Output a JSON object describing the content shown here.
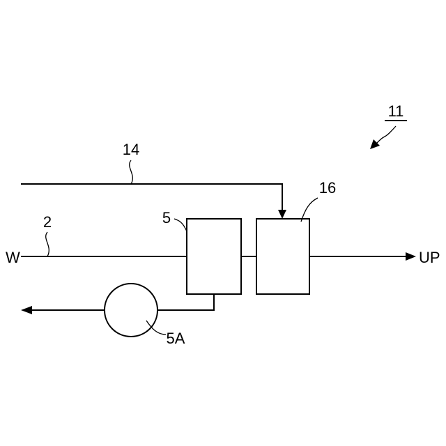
{
  "labels": {
    "figure_ref": "11",
    "line_14": "14",
    "unit_16": "16",
    "line_2": "2",
    "unit_5": "5",
    "inlet_w": "W",
    "outlet_up": "UP",
    "pump_5a": "5A"
  }
}
